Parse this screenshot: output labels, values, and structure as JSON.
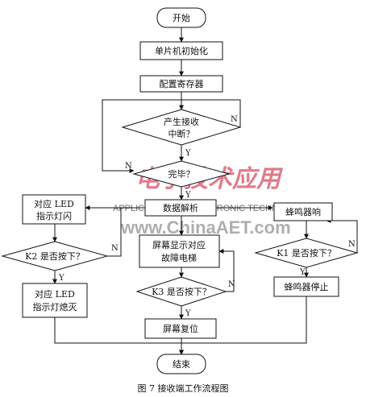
{
  "nodes": {
    "start": "开始",
    "init": "单片机初始化",
    "config": "配置寄存器",
    "interrupt_q": [
      "产生接收",
      "中断？"
    ],
    "done_q": "完毕？",
    "data_proc": "数据解析",
    "led_flash": [
      "对应 LED",
      "指示灯闪"
    ],
    "k2_q": "K2 是否按下？",
    "led_off": [
      "对应 LED",
      "指示灯熄灭"
    ],
    "screen_show": [
      "屏幕显示对应",
      "故障电梯"
    ],
    "k3_q": "K3 是否按下？",
    "screen_reset": "屏幕复位",
    "buzzer_on": "蜂鸣器响",
    "k1_q": "K1 是否按下？",
    "buzzer_off": "蜂鸣器停止",
    "end": "结束"
  },
  "edge_labels": {
    "yes": "Y",
    "no": "N"
  },
  "watermark": {
    "logo": "电子技术应用",
    "english": "APPLICATION OF ELECTRONIC TECHNIQUE",
    "url": "www.ChinaAET.com"
  },
  "caption": "图 7  接收端工作流程图",
  "colors": {
    "line": "#111111",
    "watermark_red": "#c8102e",
    "watermark_gray": "#7a7a7a"
  }
}
